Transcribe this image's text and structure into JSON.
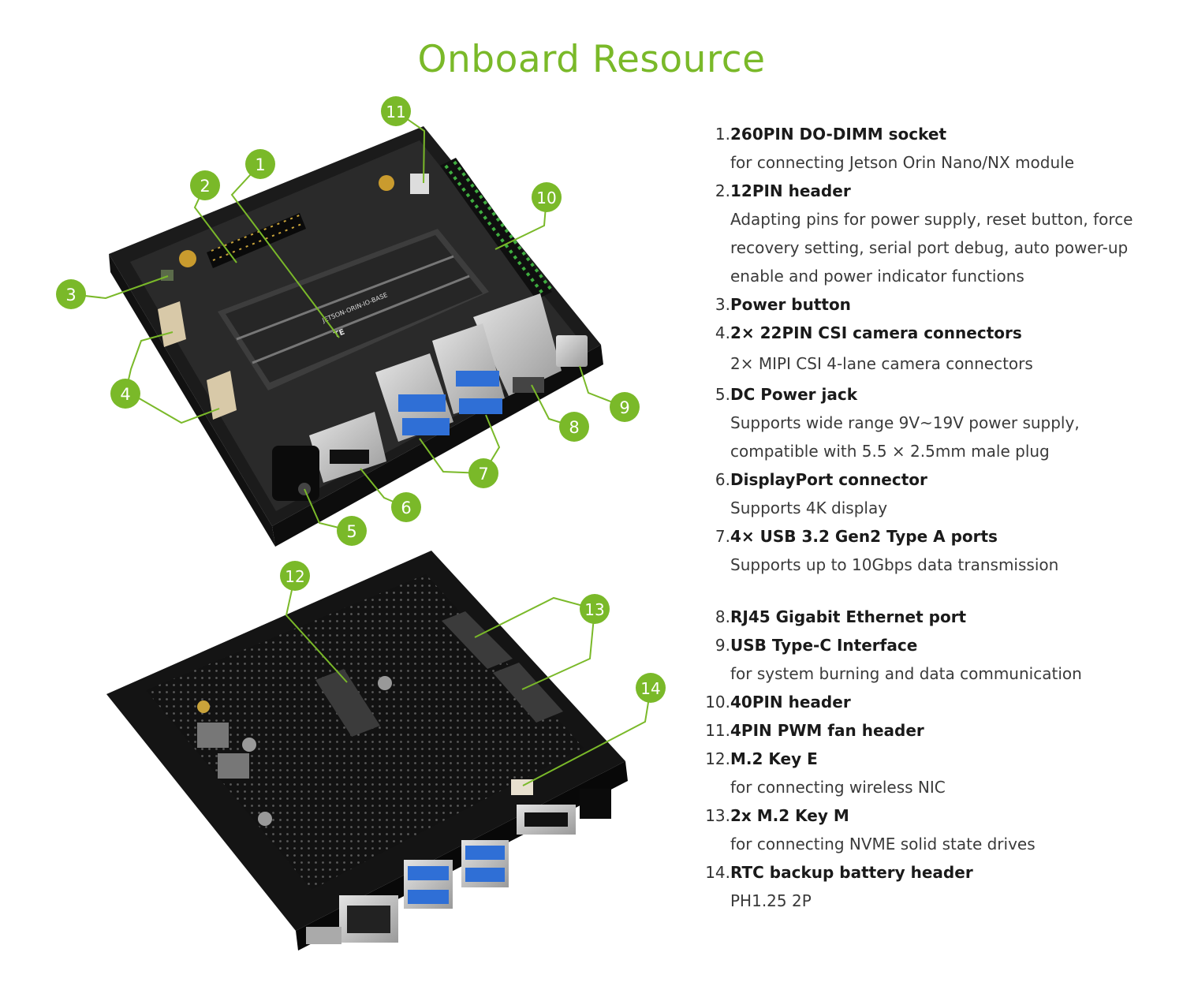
{
  "page": {
    "title": "Onboard Resource",
    "accent_color": "#7ab929"
  },
  "callouts": [
    "1",
    "2",
    "3",
    "4",
    "5",
    "6",
    "7",
    "8",
    "9",
    "10",
    "11",
    "12",
    "13",
    "14"
  ],
  "board_labels": {
    "module": "JETSON-ORIN-IO-BASE",
    "socket": "TE"
  },
  "items": [
    {
      "num": "1.",
      "title": "260PIN DO-DIMM socket",
      "desc": [
        "for connecting Jetson Orin Nano/NX module"
      ]
    },
    {
      "num": "2.",
      "title": "12PIN header",
      "desc": [
        "Adapting pins for power supply, reset button, force",
        "recovery setting, serial port debug, auto power-up",
        "enable and power indicator functions"
      ]
    },
    {
      "num": "3.",
      "title": "Power button",
      "desc": []
    },
    {
      "num": "4.",
      "title": "2× 22PIN CSI camera connectors",
      "desc": [
        "2× MIPI CSI 4-lane camera connectors"
      ]
    },
    {
      "num": "5.",
      "title": "DC Power jack",
      "desc": [
        "Supports wide range 9V~19V power supply,",
        "compatible with 5.5 × 2.5mm male plug"
      ]
    },
    {
      "num": "6.",
      "title": "DisplayPort connector",
      "desc": [
        "Supports 4K display"
      ]
    },
    {
      "num": "7.",
      "title": "4× USB 3.2 Gen2 Type A ports",
      "desc": [
        "Supports up to 10Gbps data transmission"
      ]
    },
    {
      "num": "8.",
      "title": "RJ45 Gigabit Ethernet port",
      "desc": []
    },
    {
      "num": "9.",
      "title": "USB Type-C Interface",
      "desc": [
        "for system burning and data communication"
      ]
    },
    {
      "num": "10.",
      "title": "40PIN header",
      "desc": []
    },
    {
      "num": "11.",
      "title": "4PIN PWM fan header",
      "desc": []
    },
    {
      "num": "12.",
      "title": "M.2 Key E",
      "desc": [
        "for connecting wireless NIC"
      ]
    },
    {
      "num": "13.",
      "title": "2x M.2 Key M",
      "desc": [
        "for connecting NVME solid state drives"
      ]
    },
    {
      "num": "14.",
      "title": "RTC backup battery header",
      "desc": [
        "PH1.25 2P"
      ]
    }
  ]
}
